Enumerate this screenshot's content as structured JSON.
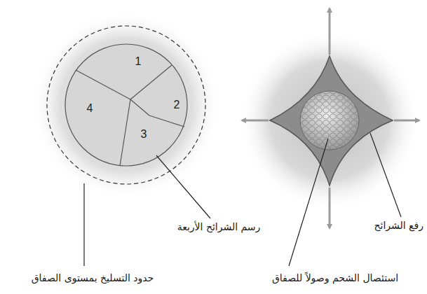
{
  "diagram": {
    "labels": [
      "1",
      "2",
      "3",
      "4",
      "رسم الشرائح الأربعة",
      "حدود التسليخ بمستوى الصفاق",
      "رفع الشرائح",
      "استئصال الشحم وصولاً للصفاق"
    ]
  }
}
